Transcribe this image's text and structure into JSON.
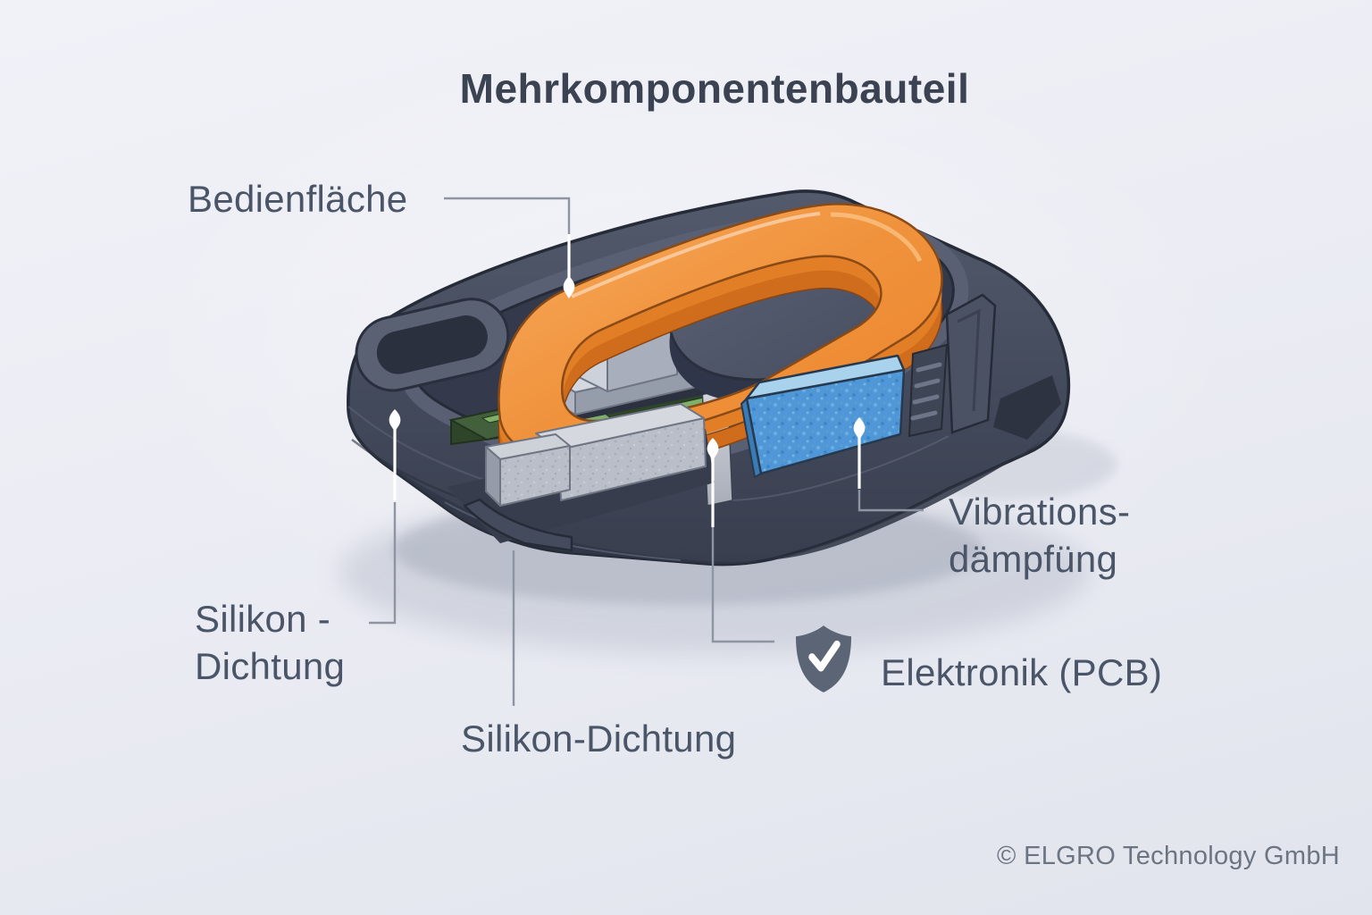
{
  "title": "Mehrkomponentenbauteil",
  "callouts": {
    "bedienflaeche": {
      "label": "Bedienfläche"
    },
    "silikon_links": {
      "line1": "Silikon -",
      "line2": "Dichtung"
    },
    "silikon_unten": {
      "label": "Silikon-Dichtung"
    },
    "vibrationsdaempfung": {
      "line1": "Vibrations-",
      "line2": "dämpfüng"
    },
    "elektronik": {
      "label": "Elektronik (PCB)",
      "icon": "shield-check-icon"
    }
  },
  "footer": {
    "copyright": "© ELGRO Technology GmbH"
  },
  "illustration": {
    "subject": "cutaway multi-component electronic device",
    "components": [
      "housing",
      "silicone-seal-ring",
      "control-surface-button",
      "tactile-metal-button",
      "pcb",
      "vibration-damper-foam",
      "seal-cross-section-steps",
      "vent-ribs"
    ]
  },
  "colors": {
    "background": "#ECEDF4",
    "title_text": "#3B4252",
    "label_text": "#4B5568",
    "leader_line": "#8D95A3",
    "leader_dot": "#FFFFFF",
    "housing_dark": "#454C5E",
    "seal_orange": "#EF8E35",
    "damper_blue": "#4F97D6",
    "pcb_green": "#43603C",
    "button_silver": "#CCD1DA",
    "shield_gray": "#5B6575"
  }
}
